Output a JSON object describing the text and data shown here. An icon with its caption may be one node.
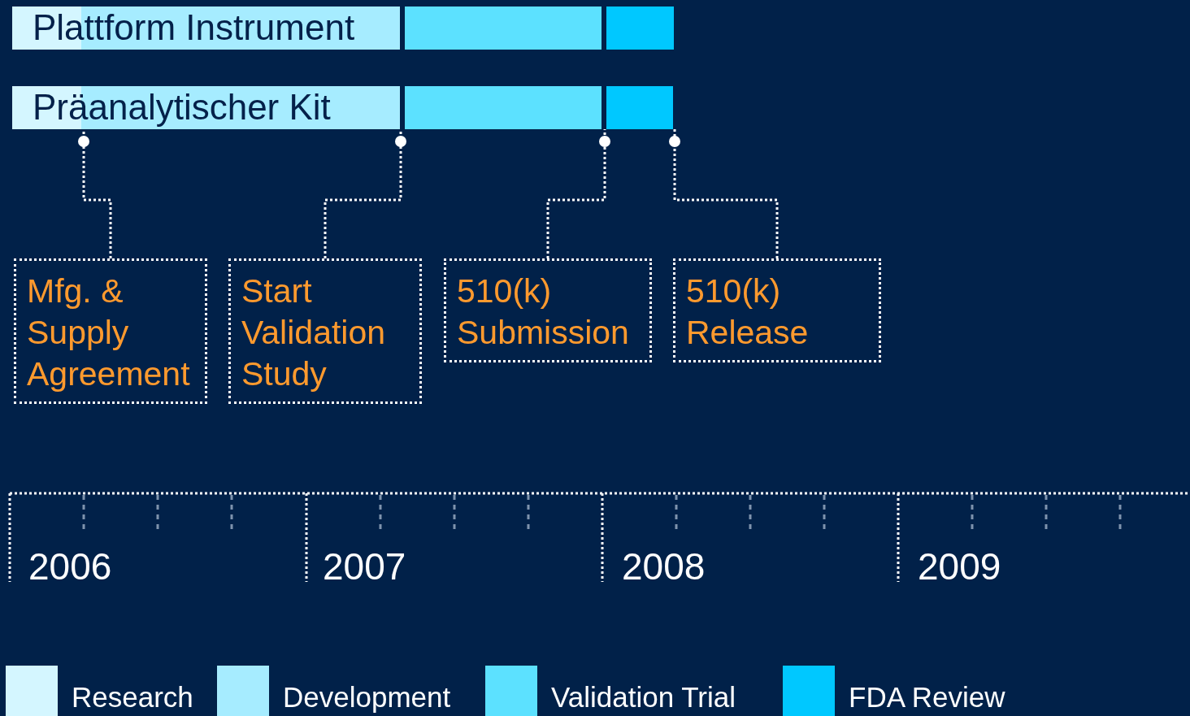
{
  "diagram": {
    "nodes": [
      {
        "text": [
          "Plattform Instrument"
        ]
      },
      {
        "text": [
          "Präanalytischer Kit"
        ]
      },
      {
        "text": [
          "Mfg. & Supply Agreement"
        ]
      },
      {
        "text": [
          "Start Validation Study"
        ]
      },
      {
        "text": [
          "510(k) Submission"
        ]
      },
      {
        "text": [
          "510(k) Release"
        ]
      }
    ],
    "edges": [
      {
        "from": 2,
        "to": 1,
        "arrow": "other",
        "style": "dashed"
      },
      {
        "from": 3,
        "to": 1,
        "arrow": "other",
        "style": "dashed"
      },
      {
        "from": 4,
        "to": 1,
        "arrow": "other",
        "style": "dashed"
      },
      {
        "from": 5,
        "to": 1,
        "arrow": "other",
        "style": "dashed"
      }
    ],
    "labels": [
      "2006",
      "2007",
      "2008",
      "2009"
    ],
    "legend": [
      {
        "text": "Research",
        "color": "#d4f6ff"
      },
      {
        "text": "Development",
        "color": "#a6ecff"
      },
      {
        "text": "Validation Trial",
        "color": "#5ce1ff"
      },
      {
        "text": "FDA Review",
        "color": "#00c8ff"
      }
    ]
  }
}
